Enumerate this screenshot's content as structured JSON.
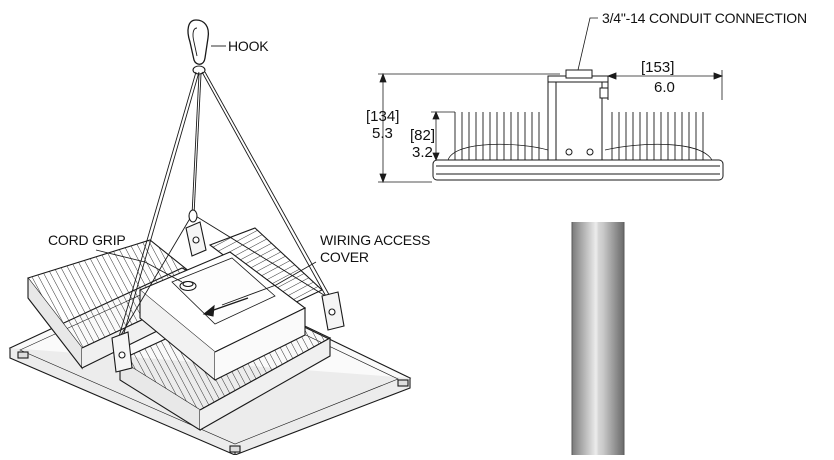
{
  "labels": {
    "hook": "HOOK",
    "cord_grip": "CORD GRIP",
    "wiring_access_line1": "WIRING ACCESS",
    "wiring_access_line2": "COVER",
    "conduit": "3/4\"-14 CONDUIT CONNECTION"
  },
  "dimensions": {
    "width_mm": "[153]",
    "width_in": "6.0",
    "height_mm": "[134]",
    "height_in": "5.3",
    "body_mm": "[82]",
    "body_in": "3.2"
  },
  "colors": {
    "line": "#1a1a1a",
    "fin_fill": "#f4f4f4",
    "pole_dark": "#6f6f6f",
    "pole_light": "#d9d9d9"
  }
}
